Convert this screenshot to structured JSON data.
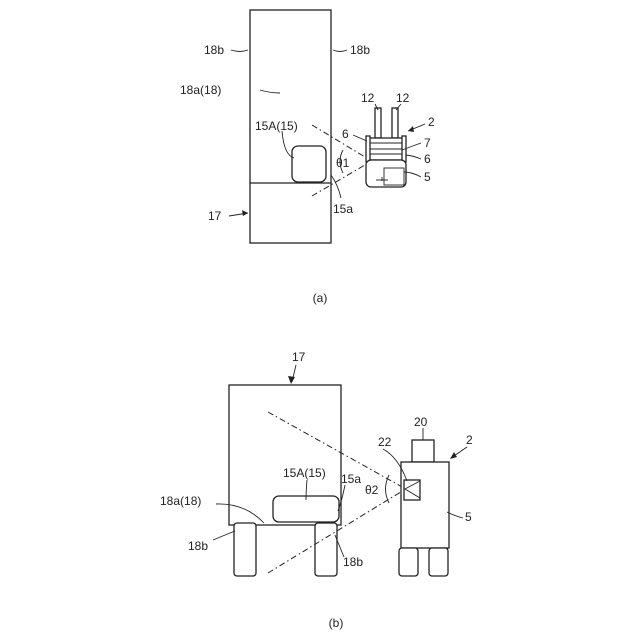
{
  "panel_a": {
    "caption": "(a)",
    "labels": {
      "side_left": "18b",
      "side_right": "18b",
      "face": "18a(18)",
      "target_unit": "15A(15)",
      "leader_2": "2",
      "arm_left": "12",
      "arm_right": "12",
      "part_6_upper": "6",
      "part_7": "7",
      "part_6_lower": "6",
      "part_5": "5",
      "angle": "θ1",
      "surface": "15a",
      "vehicle": "17"
    }
  },
  "panel_b": {
    "caption": "(b)",
    "labels": {
      "vehicle": "17",
      "head": "20",
      "leader_2": "2",
      "sensor": "22",
      "target_unit": "15A(15)",
      "surface": "15a",
      "angle": "θ2",
      "body": "5",
      "face": "18a(18)",
      "wheel_left": "18b",
      "wheel_right": "18b"
    }
  }
}
